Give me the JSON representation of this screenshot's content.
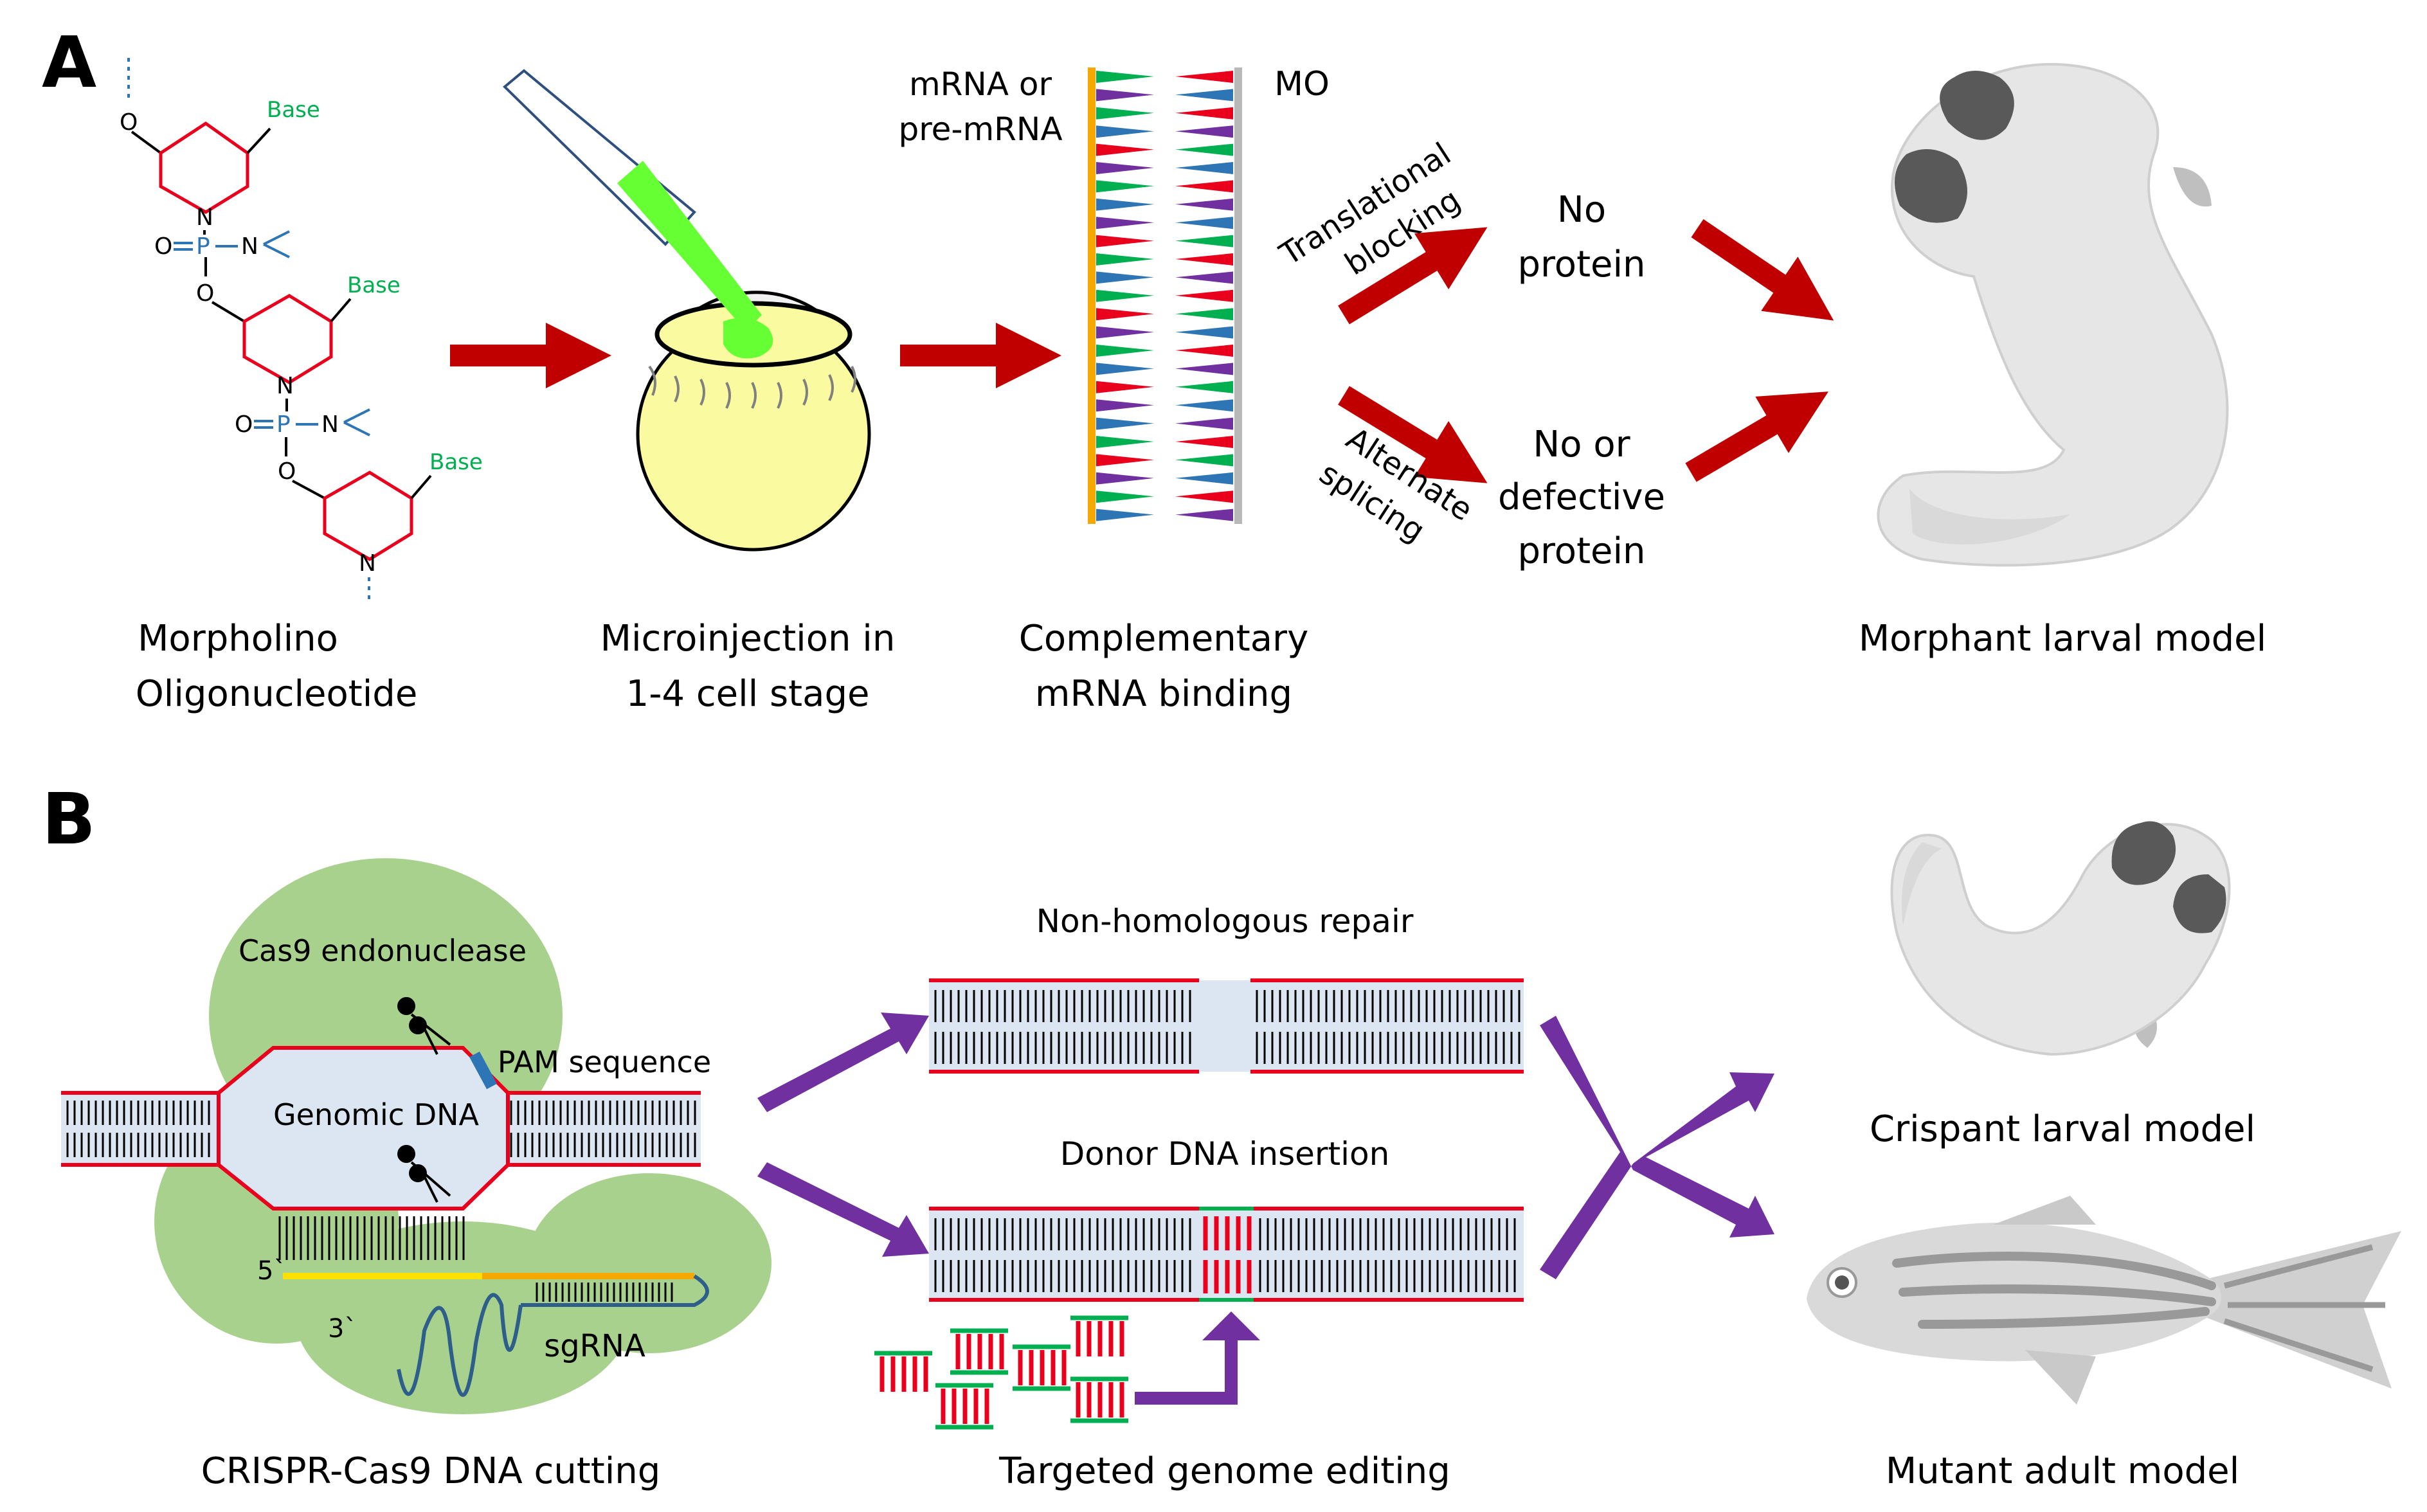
{
  "panel_a": {
    "letter": "A",
    "chem": {
      "base": "Base",
      "o": "O",
      "n": "N",
      "p": "P"
    },
    "step1": {
      "line1": "Morpholino",
      "line2": "Oligonucleotide"
    },
    "step2": {
      "line1": "Microinjection in",
      "line2": "1-4 cell stage"
    },
    "rna_label": {
      "line1": "mRNA or",
      "line2": "pre-mRNA"
    },
    "mo_label": "MO",
    "step3": {
      "line1": "Complementary",
      "line2": "mRNA binding"
    },
    "path1": {
      "label_line1": "Translational",
      "label_line2": "blocking",
      "result_line1": "No",
      "result_line2": "protein"
    },
    "path2": {
      "label_line1": "Alternate",
      "label_line2": "splicing",
      "result_line1": "No or",
      "result_line2": "defective",
      "result_line3": "protein"
    },
    "model": "Morphant larval model"
  },
  "panel_b": {
    "letter": "B",
    "cas9": "Cas9 endonuclease",
    "pam": "PAM sequence",
    "genomic": "Genomic DNA",
    "five_prime": "5`",
    "three_prime": "3`",
    "sgrna": "sgRNA",
    "step1": "CRISPR-Cas9 DNA cutting",
    "repair1": "Non-homologous repair",
    "repair2": "Donor DNA insertion",
    "step2": "Targeted genome editing",
    "model1": "Crispant larval model",
    "model2": "Mutant adult model"
  },
  "colors": {
    "red_arrow": "#c00000",
    "purple_arrow": "#7030a0",
    "dna_red": "#e8001c",
    "dna_fill": "#dce6f2",
    "green_blob": "#a9d18e",
    "yolk": "#fafaa0",
    "chem_red": "#e8001c",
    "chem_blue": "#2e75b6",
    "chem_green": "#00b050",
    "sg_yellow": "#ffe100",
    "sg_blue": "#2e5f8a",
    "base_colors": [
      "#e8001c",
      "#7030a0",
      "#00b050",
      "#2e75b6"
    ]
  }
}
